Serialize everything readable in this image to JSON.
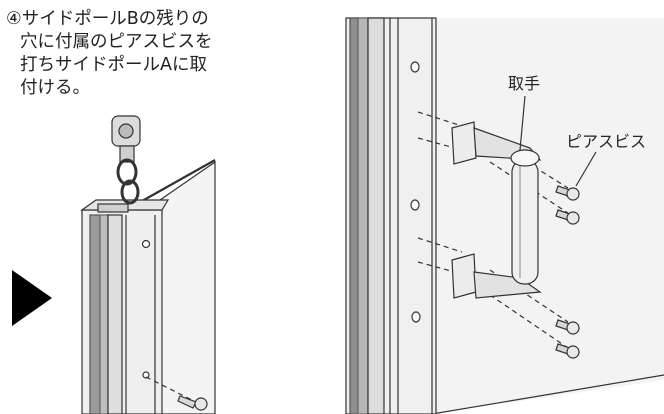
{
  "instruction": {
    "lines": [
      "④サイドポールBの残りの",
      "穴に付属のピアスビスを",
      "打ちサイドポールAに取",
      "付ける。"
    ]
  },
  "labels": {
    "handle": "取手",
    "screw": "ピアスビス"
  },
  "colors": {
    "line": "#333333",
    "pole_face": "#dcdcdc",
    "pole_groove": "#a9a9a9",
    "panel": "#f2f2f2",
    "arrow": "#000000"
  },
  "icons": {
    "arrow": "right-triangle-arrow"
  }
}
